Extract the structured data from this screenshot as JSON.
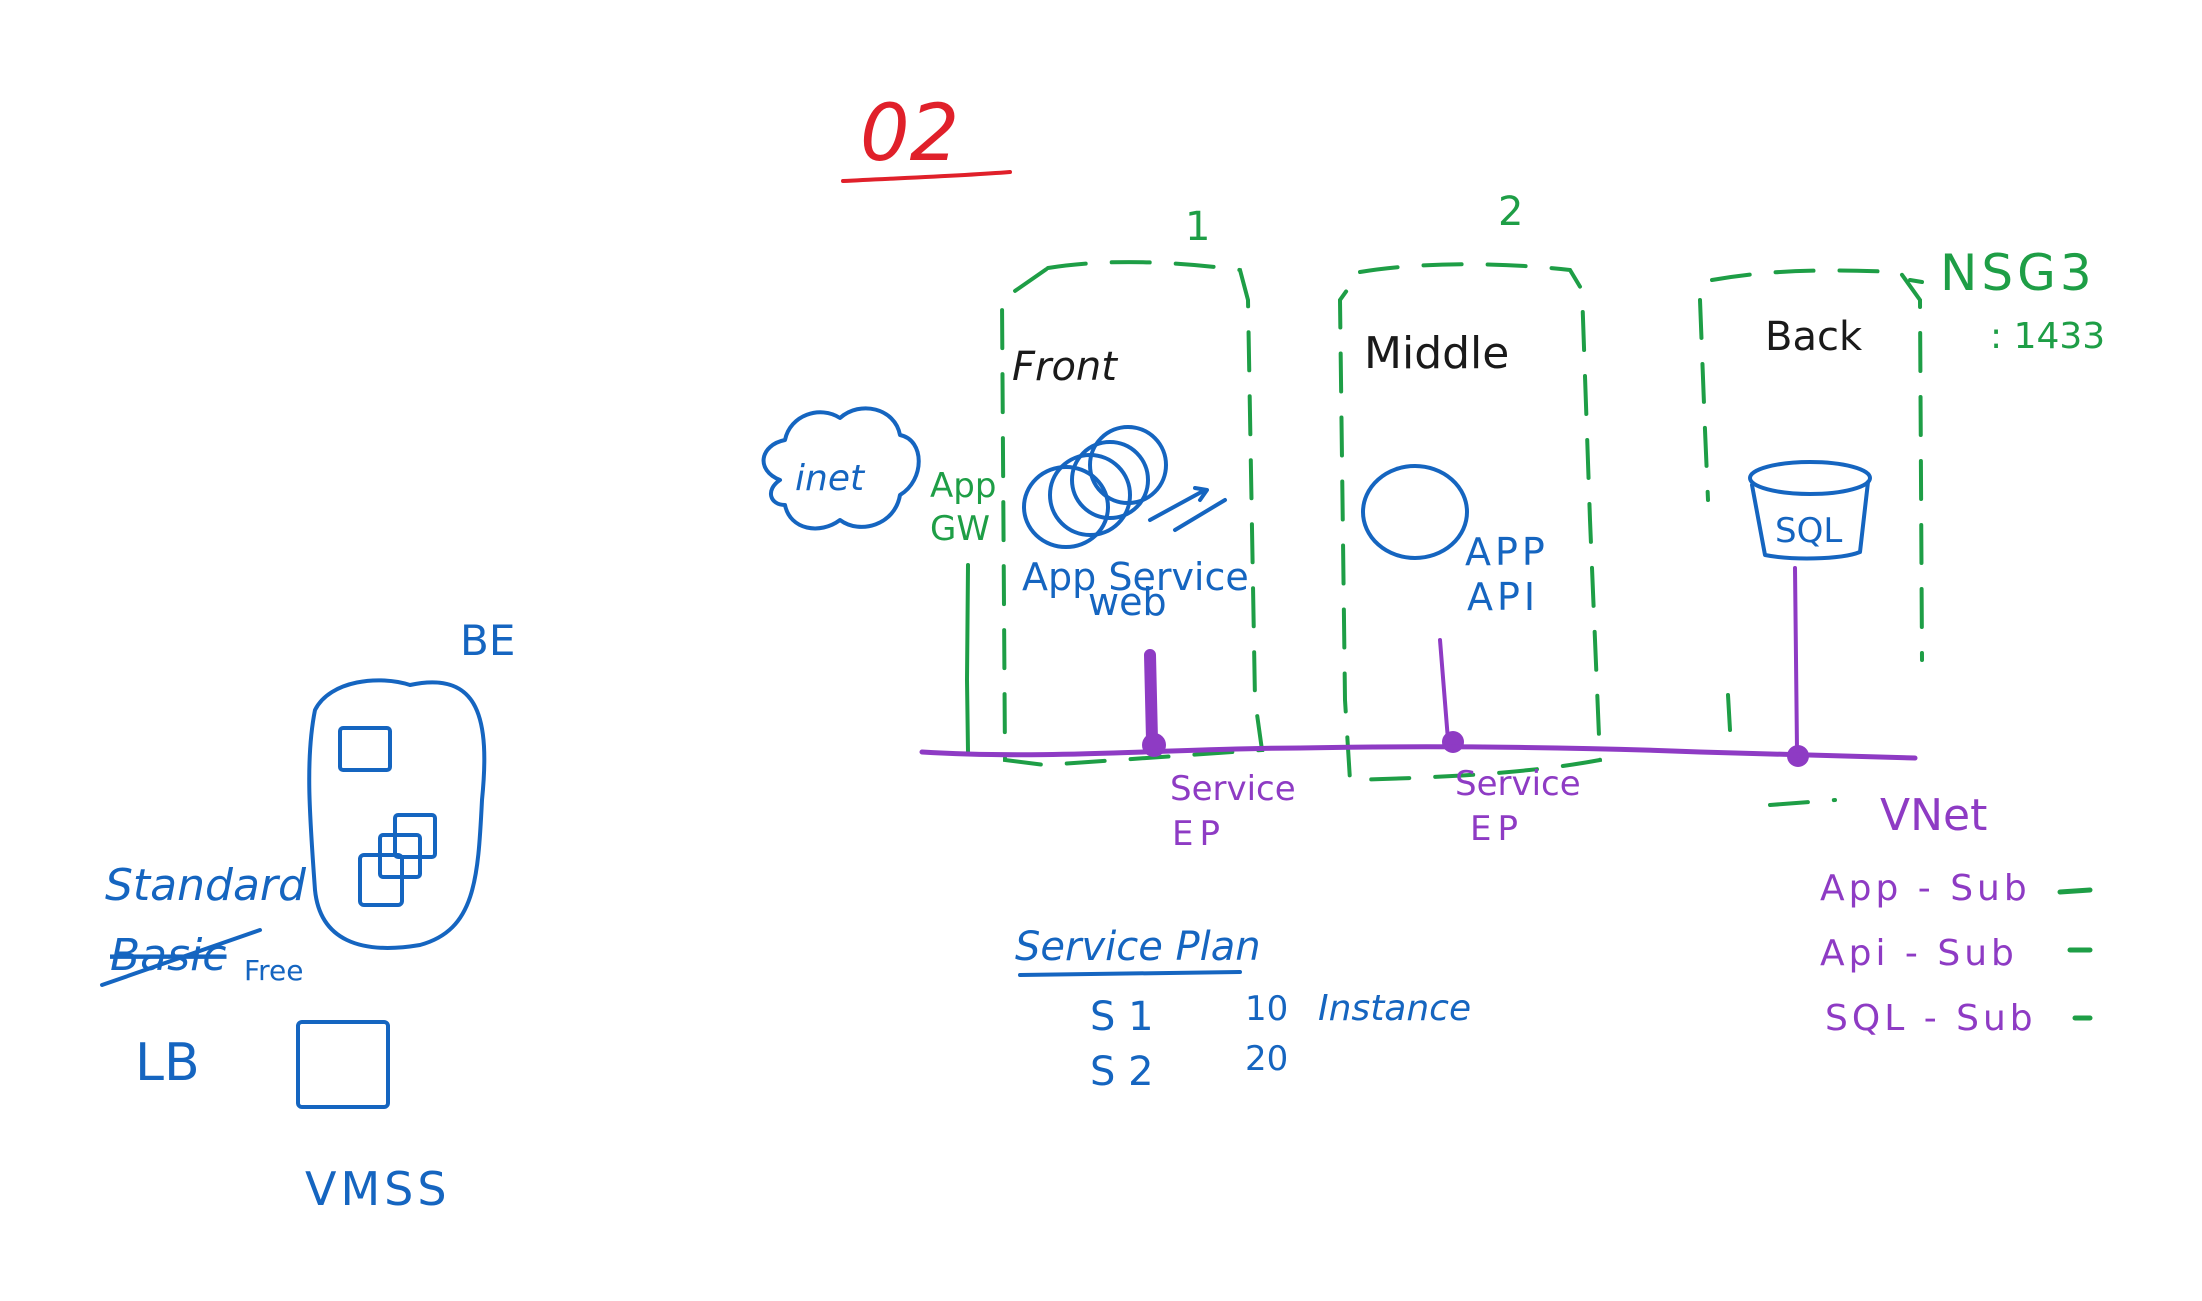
{
  "title": "02",
  "zones": {
    "front": {
      "number": "1",
      "label": "Front"
    },
    "middle": {
      "number": "2",
      "label": "Middle"
    },
    "back": {
      "label": "Back"
    }
  },
  "nsg": {
    "label": "NSG3",
    "sub": ": 1433"
  },
  "inet": "inet",
  "app_gw": {
    "line1": "App",
    "line2": "GW"
  },
  "app_service": {
    "line1": "App Service",
    "line2": "web"
  },
  "app_api": {
    "line1": "APP",
    "line2": "API"
  },
  "sql": "SQL",
  "service_ep_front": {
    "line1": "Service",
    "line2": "EP"
  },
  "service_ep_middle": {
    "line1": "Service",
    "line2": "EP"
  },
  "vnet": {
    "label": "VNet",
    "subnets": [
      "App - Sub",
      "Api - Sub",
      "SQL - Sub"
    ]
  },
  "service_plan": {
    "title": "Service Plan",
    "rows": [
      {
        "tier": "S 1",
        "instances": "10",
        "note": "Instance"
      },
      {
        "tier": "S 2",
        "instances": "20",
        "note": ""
      }
    ]
  },
  "lb_section": {
    "be_label": "BE",
    "standard": "Standard",
    "basic": "Basic",
    "free": "Free",
    "lb": "LB",
    "vmss": "VMSS"
  },
  "colors": {
    "red": "#e0202a",
    "blue": "#1565c0",
    "green": "#1e9e46",
    "purple": "#8e3bc4",
    "black": "#1a1a1a"
  }
}
